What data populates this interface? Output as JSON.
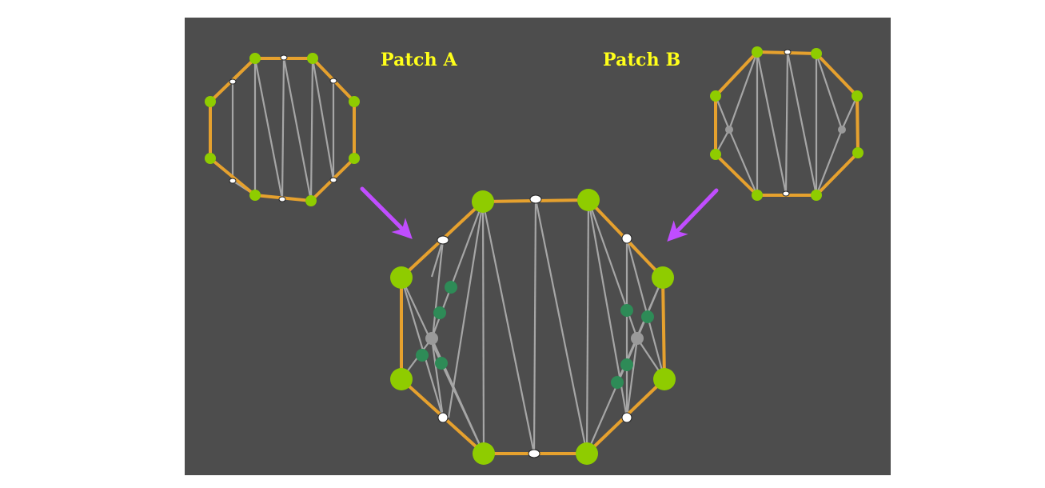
{
  "labels": {
    "patch_a": "Patch A",
    "patch_b": "Patch B"
  },
  "colors": {
    "background": "#4d4d4d",
    "page": "#ffffff",
    "label_text": "#ffff1a",
    "boundary_edge": "#e6a12e",
    "interior_edge": "#a6a6a6",
    "corner_vertex": "#8fcc00",
    "boundary_midpoint": "#ffffff",
    "new_vertex": "#2e8b57",
    "interior_vertex": "#9a9a9a",
    "arrow": "#c04dff"
  },
  "icons": {
    "arrow_a": "arrow-down-right",
    "arrow_b": "arrow-down-left"
  }
}
